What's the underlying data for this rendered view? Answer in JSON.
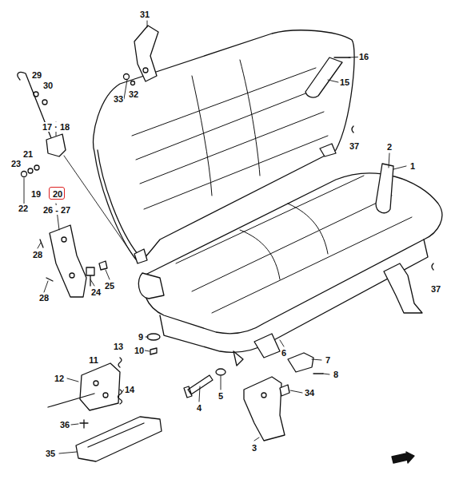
{
  "diagram": {
    "nodes": [
      {
        "text": [
          "20"
        ]
      }
    ],
    "labels": [
      "29",
      "30",
      "17 · 18",
      "21",
      "23",
      "22",
      "19",
      "26 - 27",
      "28",
      "28",
      "24",
      "25",
      "31",
      "33",
      "32",
      "16",
      "15",
      "37",
      "2",
      "1",
      "37",
      "9",
      "10",
      "6",
      "7",
      "8",
      "11",
      "13",
      "12",
      "14",
      "36",
      "35",
      "4",
      "5",
      "34",
      "3"
    ]
  }
}
